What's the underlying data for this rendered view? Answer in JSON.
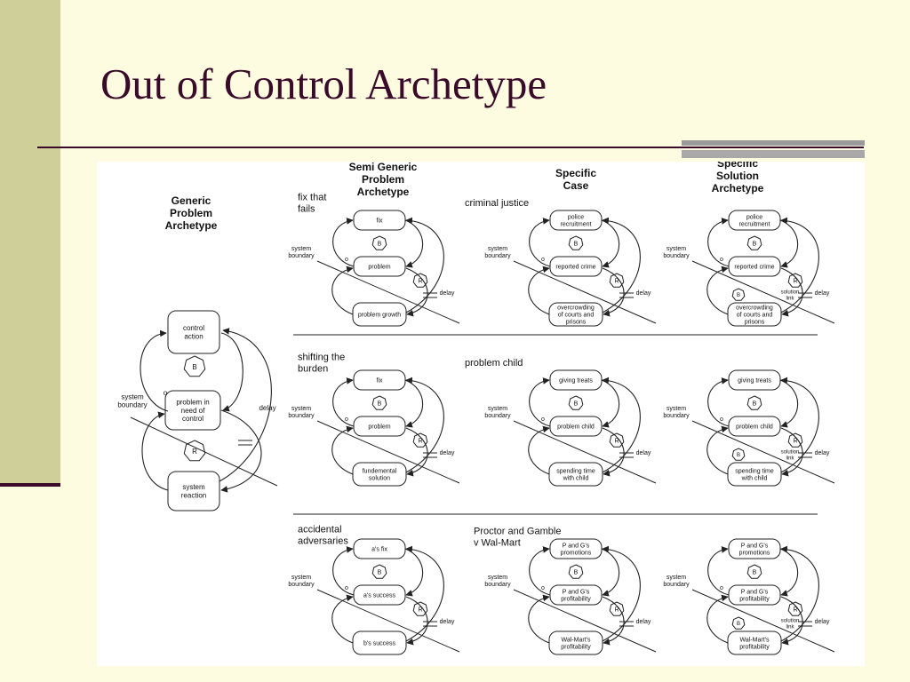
{
  "slide": {
    "title": "Out of Control Archetype"
  },
  "columns": {
    "generic": "Generic Problem Archetype",
    "semi": "Semi Generic Problem Archetype",
    "specific": "Specific Case",
    "solution": "Specific Solution Archetype"
  },
  "generic_diagram": {
    "top": "control action",
    "middle": "problem in need of control",
    "bottom": "system reaction",
    "boundary": "system boundary",
    "delay": "delay",
    "b": "B",
    "r": "R",
    "o": "o"
  },
  "rows": [
    {
      "semi_label": "fix that fails",
      "case_label": "criminal justice",
      "semi": {
        "top": "fix",
        "mid": "problem",
        "bot": "problem growth"
      },
      "case": {
        "top": "police recruitment",
        "mid": "reported crime",
        "bot": "overcrowding of courts and prisons"
      },
      "solution": {
        "top": "police recruitment",
        "mid": "reported crime",
        "bot": "overcrowding of courts and prisons",
        "link": "solution link"
      }
    },
    {
      "semi_label": "shifting the burden",
      "case_label": "problem child",
      "semi": {
        "top": "fix",
        "mid": "problem",
        "bot": "fundemental solution"
      },
      "case": {
        "top": "giving treats",
        "mid": "problem child",
        "bot": "spending time with child"
      },
      "solution": {
        "top": "giving treats",
        "mid": "problem child",
        "bot": "spending time with child",
        "link": "solution link"
      }
    },
    {
      "semi_label": "accidental adversaries",
      "case_label": "Proctor and Gamble v Wal-Mart",
      "semi": {
        "top": "a's fix",
        "mid": "a's success",
        "bot": "b's success"
      },
      "case": {
        "top": "P and G's promotions",
        "mid": "P and G's profitability",
        "bot": "Wal-Mart's profitability"
      },
      "solution": {
        "top": "P and G's promotions",
        "mid": "P and G's profitability",
        "bot": "Wal-Mart's profitability",
        "link": "solution link"
      }
    }
  ]
}
